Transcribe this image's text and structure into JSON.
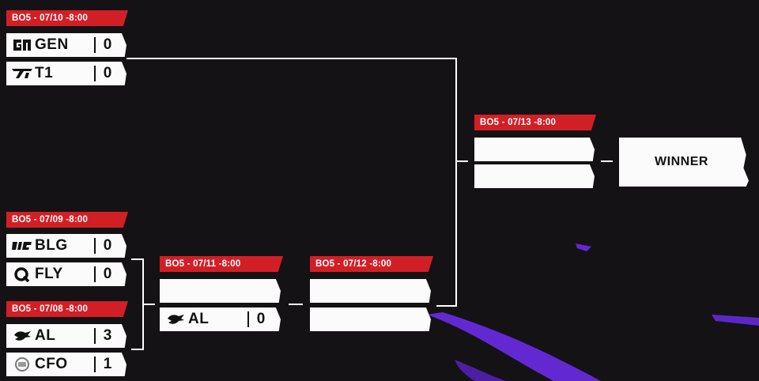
{
  "colors": {
    "background": "#141214",
    "label_red": "#d21f26",
    "slot_white": "#fbfbfb",
    "accent_purple": "#6a2ce8"
  },
  "matches": {
    "m0708": {
      "label": "BO5 - 07/08 -8:00",
      "team1": {
        "name": "AL",
        "score": "3",
        "logo_icon": "al-logo-icon"
      },
      "team2": {
        "name": "CFO",
        "score": "1",
        "logo_icon": "cfo-logo-icon"
      }
    },
    "m0709": {
      "label": "BO5 - 07/09 -8:00",
      "team1": {
        "name": "BLG",
        "score": "0",
        "logo_icon": "blg-logo-icon"
      },
      "team2": {
        "name": "FLY",
        "score": "0",
        "logo_icon": "fly-logo-icon"
      }
    },
    "m0710": {
      "label": "BO5 - 07/10 -8:00",
      "team1": {
        "name": "GEN",
        "score": "0",
        "logo_icon": "gen-logo-icon"
      },
      "team2": {
        "name": "T1",
        "score": "0",
        "logo_icon": "t1-logo-icon"
      }
    },
    "m0711": {
      "label": "BO5 - 07/11 -8:00",
      "team2": {
        "name": "AL",
        "score": "0",
        "logo_icon": "al-logo-icon"
      }
    },
    "m0712": {
      "label": "BO5 - 07/12 -8:00"
    },
    "m0713": {
      "label": "BO5 - 07/13 -8:00"
    }
  },
  "winner": {
    "label": "WINNER"
  }
}
